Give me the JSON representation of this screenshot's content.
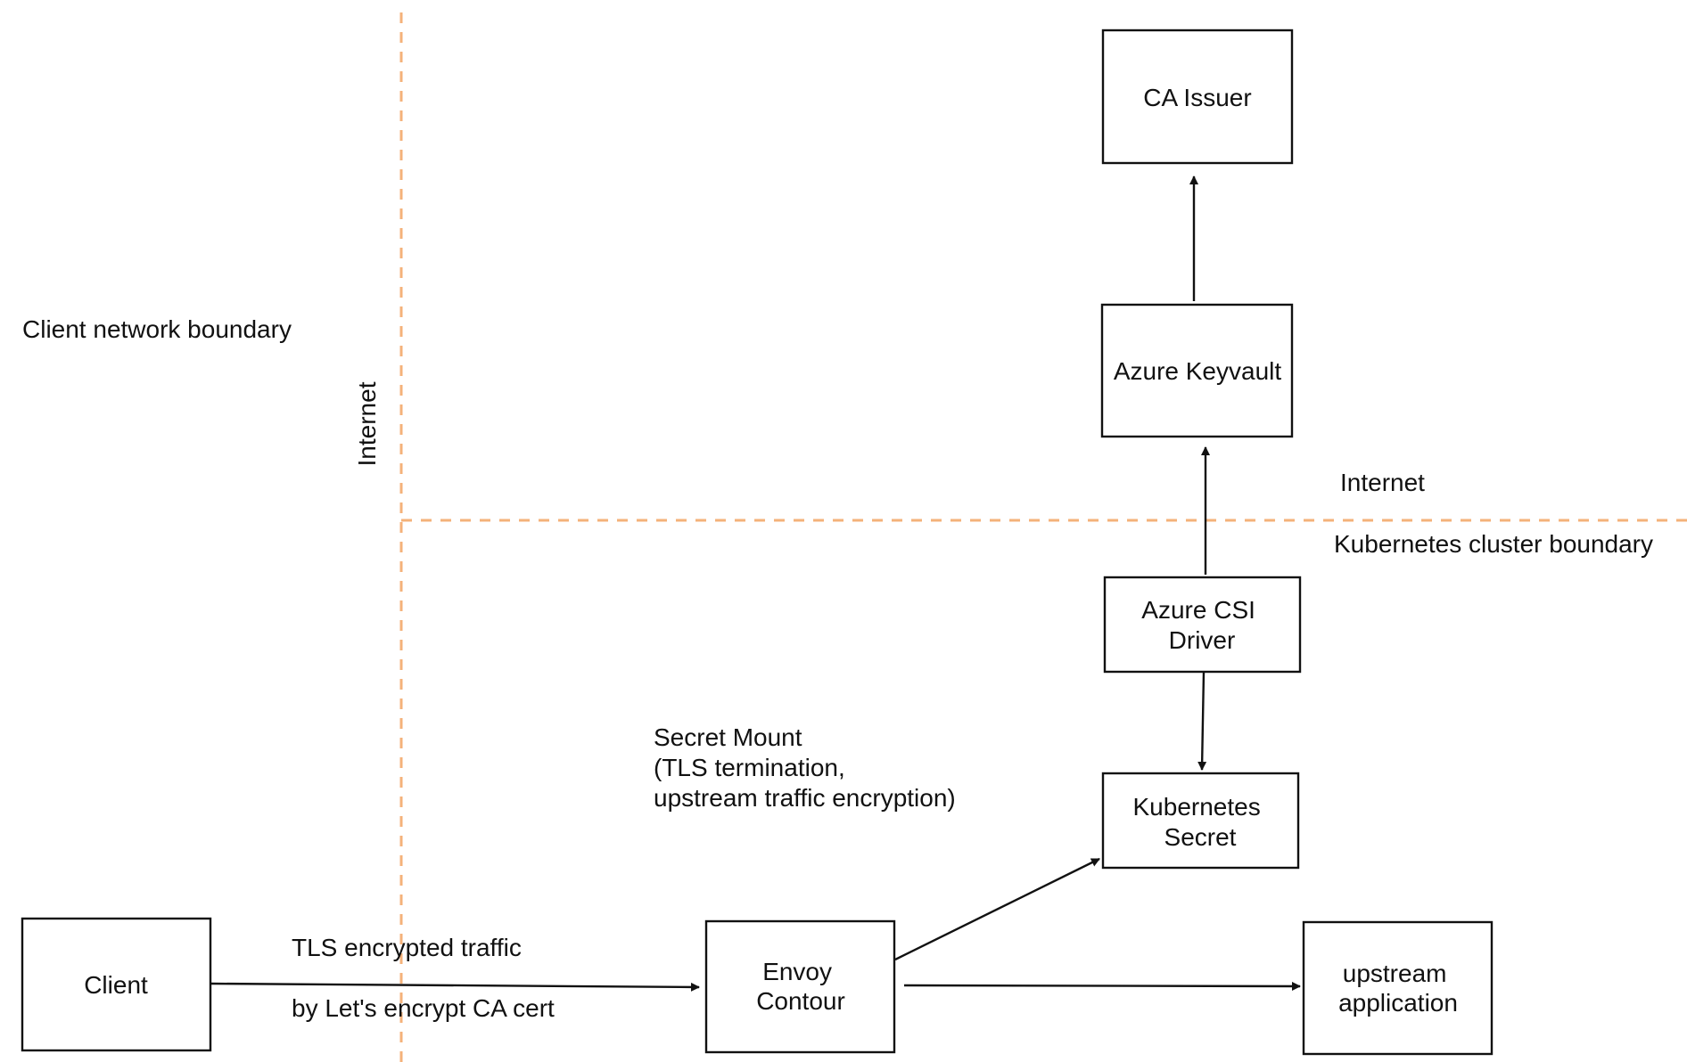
{
  "diagram": {
    "nodes": {
      "ca_issuer": {
        "label": [
          "CA Issuer"
        ]
      },
      "azure_keyvault": {
        "label": [
          "Azure Keyvault"
        ]
      },
      "azure_csi_driver": {
        "label": [
          "Azure CSI",
          "Driver"
        ]
      },
      "kubernetes_secret": {
        "label": [
          "Kubernetes",
          "Secret"
        ]
      },
      "client": {
        "label": [
          "Client"
        ]
      },
      "envoy_contour": {
        "label": [
          "Envoy",
          "Contour"
        ]
      },
      "upstream_application": {
        "label": [
          "upstream",
          "application"
        ]
      }
    },
    "edges": [
      {
        "from": "azure_keyvault",
        "to": "ca_issuer"
      },
      {
        "from": "azure_csi_driver",
        "to": "azure_keyvault"
      },
      {
        "from": "azure_csi_driver",
        "to": "kubernetes_secret"
      },
      {
        "from": "envoy_contour",
        "to": "kubernetes_secret"
      },
      {
        "from": "client",
        "to": "envoy_contour"
      },
      {
        "from": "envoy_contour",
        "to": "upstream_application"
      }
    ],
    "labels": {
      "client_network_boundary": "Client network boundary",
      "internet_vertical": "Internet",
      "internet_horizontal": "Internet",
      "kubernetes_cluster_boundary": "Kubernetes cluster boundary",
      "secret_mount": [
        "Secret Mount",
        "(TLS termination,",
        "upstream traffic encryption)"
      ],
      "tls_traffic": "TLS encrypted traffic",
      "lets_encrypt": "by Let's encrypt CA cert"
    },
    "boundary_color": "#F4B27A"
  }
}
